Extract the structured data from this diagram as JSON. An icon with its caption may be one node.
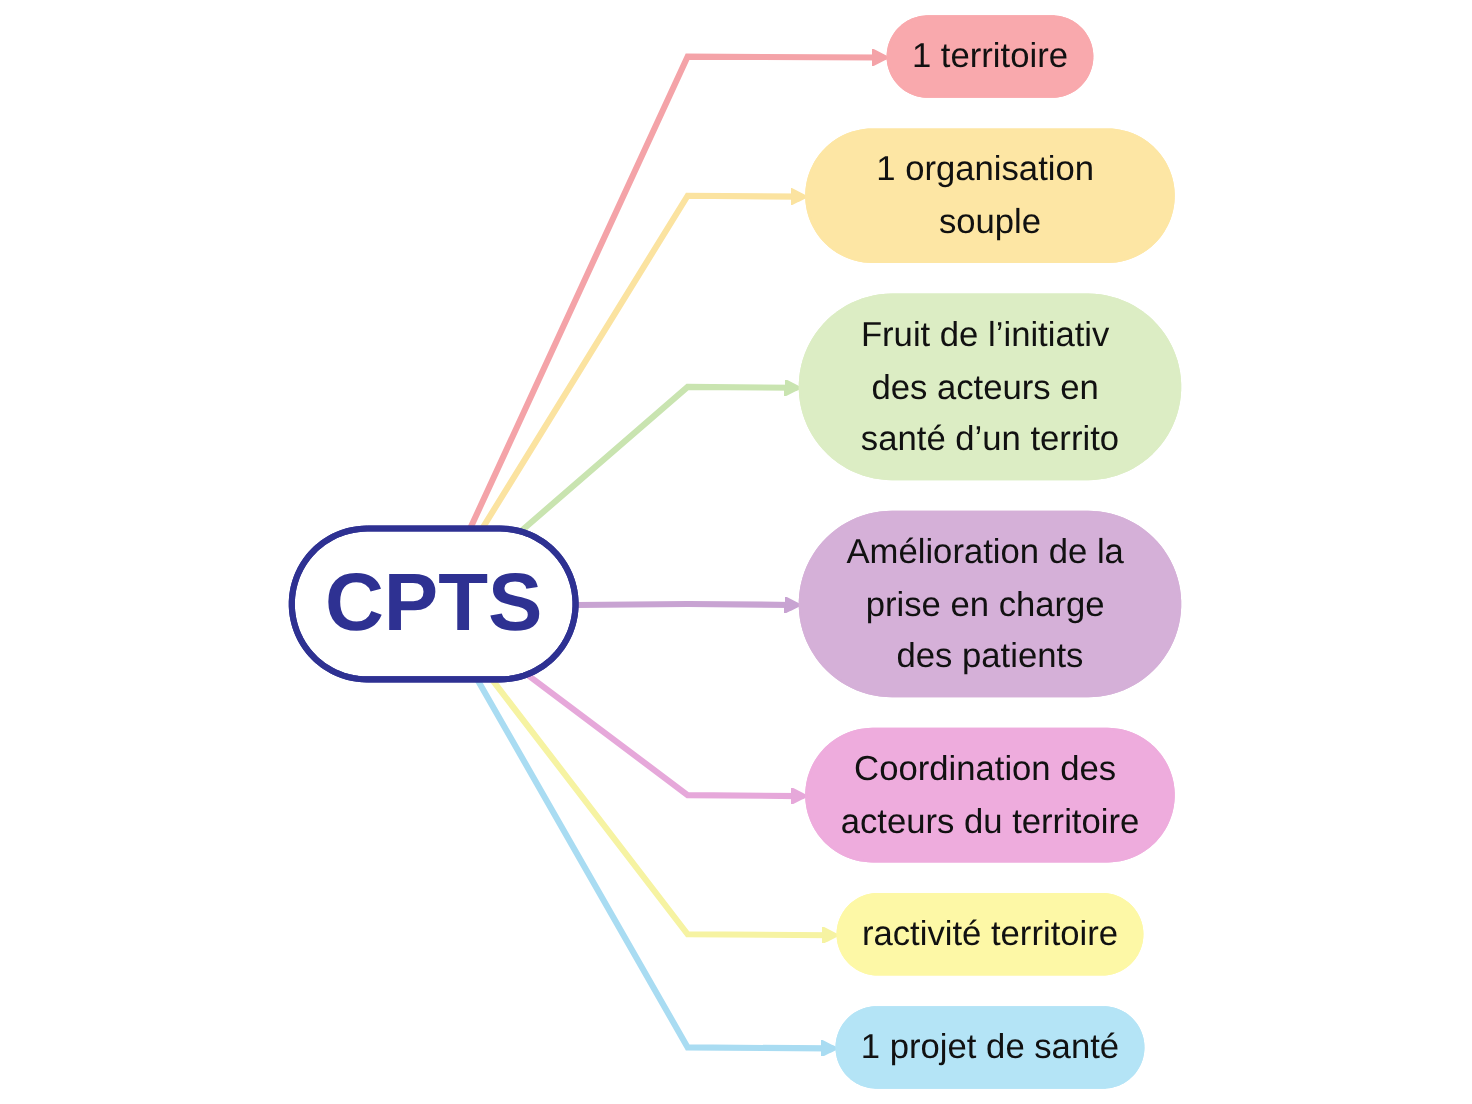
{
  "diagram": {
    "nodes": [
      {
        "text": [
          "CPTS"
        ]
      },
      {
        "text": [
          "1 territoire"
        ]
      },
      {
        "text": [
          "1 organisation souple"
        ]
      },
      {
        "text": [
          "Fruit de l’initiativ des acteurs en santé d’un territo"
        ]
      },
      {
        "text": [
          "Amélioration de la prise en charge des patients"
        ]
      },
      {
        "text": [
          "Coordination des acteurs du territoire"
        ]
      },
      {
        "text": [
          "ractivité territoire"
        ]
      },
      {
        "text": [
          "1 projet de santé"
        ]
      }
    ],
    "edges": [
      {
        "from": 0,
        "to": 1,
        "arrow": "to",
        "color": "#f4a3a8"
      },
      {
        "from": 0,
        "to": 2,
        "arrow": "to",
        "color": "#fbe3a0"
      },
      {
        "from": 0,
        "to": 3,
        "arrow": "to",
        "color": "#c9e4b0"
      },
      {
        "from": 0,
        "to": 4,
        "arrow": "to",
        "color": "#c8a3d2"
      },
      {
        "from": 0,
        "to": 5,
        "arrow": "to",
        "color": "#e6a8da"
      },
      {
        "from": 0,
        "to": 6,
        "arrow": "to",
        "color": "#f6f3a2"
      },
      {
        "from": 0,
        "to": 7,
        "arrow": "to",
        "color": "#a9dcf2"
      }
    ]
  }
}
